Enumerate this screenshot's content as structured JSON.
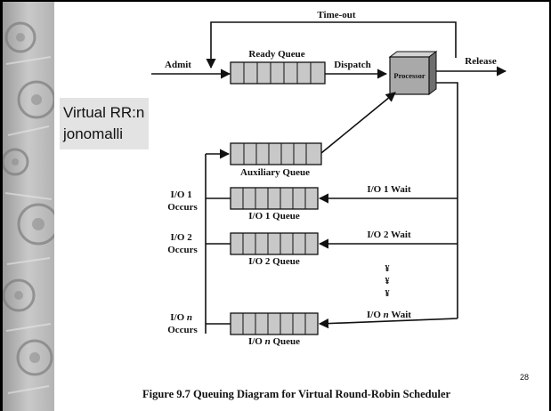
{
  "slide": {
    "side_caption": "Virtual RR:n jonomalli",
    "figure_caption": "Figure 9.7   Queuing Diagram for Virtual Round-Robin Scheduler",
    "slide_number": "28"
  },
  "diagram": {
    "timeout_label": "Time-out",
    "admit_label": "Admit",
    "ready_queue_label": "Ready Queue",
    "dispatch_label": "Dispatch",
    "processor_label": "Processor",
    "release_label": "Release",
    "auxiliary_queue_label": "Auxiliary Queue",
    "io_queues": [
      {
        "occurs_line1": "I/O 1",
        "occurs_line2": "Occurs",
        "queue_prefix": "I/O ",
        "queue_num": "1",
        "queue_suffix": " Queue",
        "wait_prefix": "I/O ",
        "wait_num": "1",
        "wait_suffix": " Wait"
      },
      {
        "occurs_line1": "I/O 2",
        "occurs_line2": "Occurs",
        "queue_prefix": "I/O ",
        "queue_num": "2",
        "queue_suffix": " Queue",
        "wait_prefix": "I/O ",
        "wait_num": "2",
        "wait_suffix": " Wait"
      },
      {
        "occurs_prefix": "I/O ",
        "occurs_num": "n",
        "occurs_line2": "Occurs",
        "queue_prefix": "I/O ",
        "queue_num": "n",
        "queue_suffix": " Queue",
        "wait_prefix": "I/O ",
        "wait_num": "n",
        "wait_suffix": " Wait"
      }
    ],
    "ellipsis": [
      "¥",
      "¥",
      "¥"
    ]
  },
  "colors": {
    "queue_fill": "#c8c8c8",
    "processor_fill": "#a9a9a9",
    "caption_box": "#e3e3e3"
  }
}
